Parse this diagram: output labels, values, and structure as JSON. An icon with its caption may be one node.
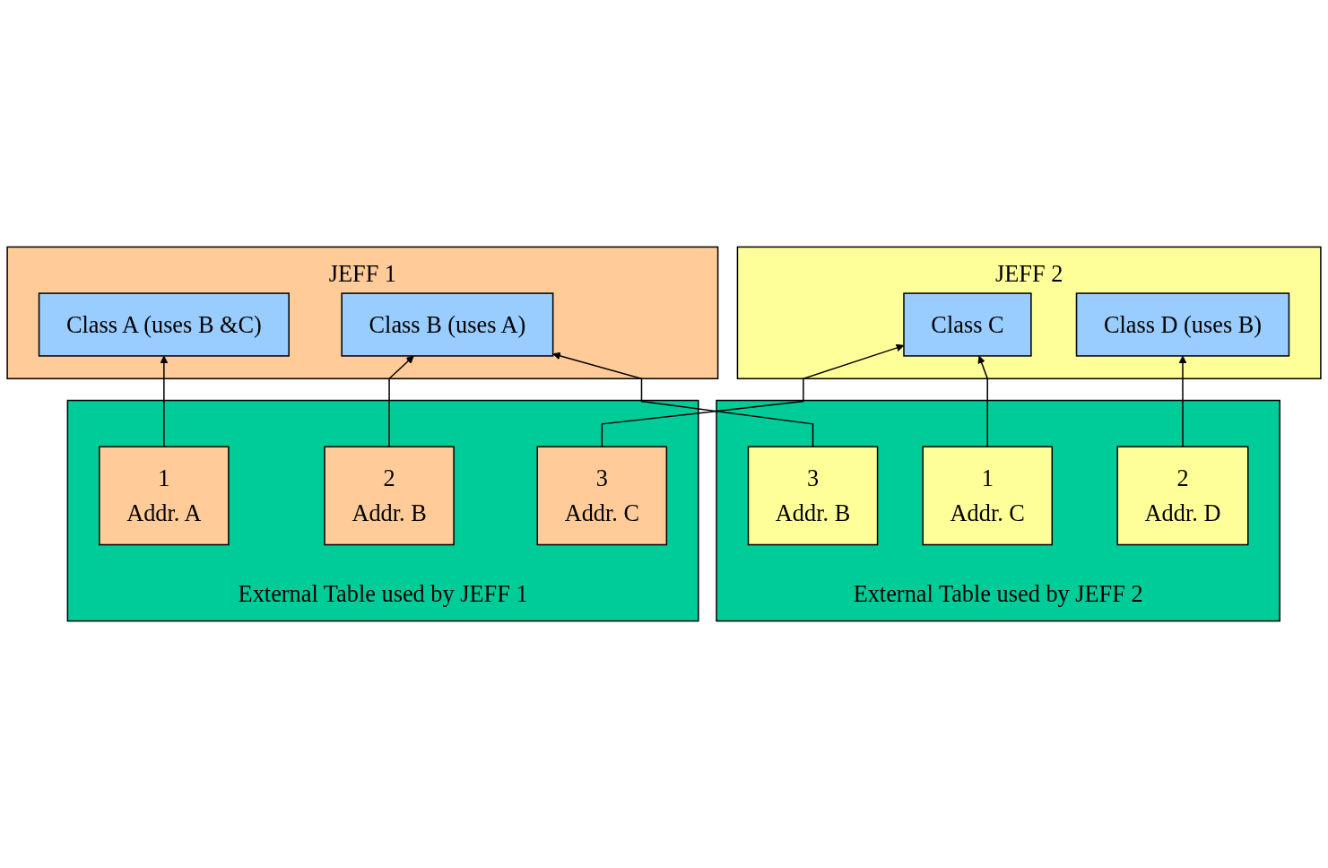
{
  "diagram": {
    "nodes": [
      {
        "text": [
          "JEFF 1"
        ]
      },
      {
        "text": [
          "Class A (uses B &C)"
        ],
        "in": 0
      },
      {
        "text": [
          "Class B (uses A)"
        ],
        "in": 0
      },
      {
        "text": [
          "JEFF 2"
        ]
      },
      {
        "text": [
          "Class C"
        ],
        "in": 3
      },
      {
        "text": [
          "Class D (uses B)"
        ],
        "in": 3
      },
      {
        "text": [
          "External Table used by JEFF 1"
        ]
      },
      {
        "text": [
          "1",
          "Addr. A"
        ],
        "in": 6
      },
      {
        "text": [
          "2",
          "Addr. B"
        ],
        "in": 6
      },
      {
        "text": [
          "3",
          "Addr. C"
        ],
        "in": 6
      },
      {
        "text": [
          "External Table used by JEFF 2"
        ]
      },
      {
        "text": [
          "1",
          "Addr. C"
        ],
        "in": 10
      },
      {
        "text": [
          "2",
          "Addr. D"
        ],
        "in": 10
      },
      {
        "text": [
          "3",
          "Addr. B"
        ],
        "in": 10
      }
    ],
    "edges": [
      {
        "from": 7,
        "to": 1,
        "arrow": "to"
      },
      {
        "from": 8,
        "to": 2,
        "arrow": "to"
      },
      {
        "from": 9,
        "to": 4,
        "arrow": "to"
      },
      {
        "from": 13,
        "to": 2,
        "arrow": "to"
      },
      {
        "from": 11,
        "to": 4,
        "arrow": "to"
      },
      {
        "from": 12,
        "to": 5,
        "arrow": "to"
      }
    ]
  }
}
